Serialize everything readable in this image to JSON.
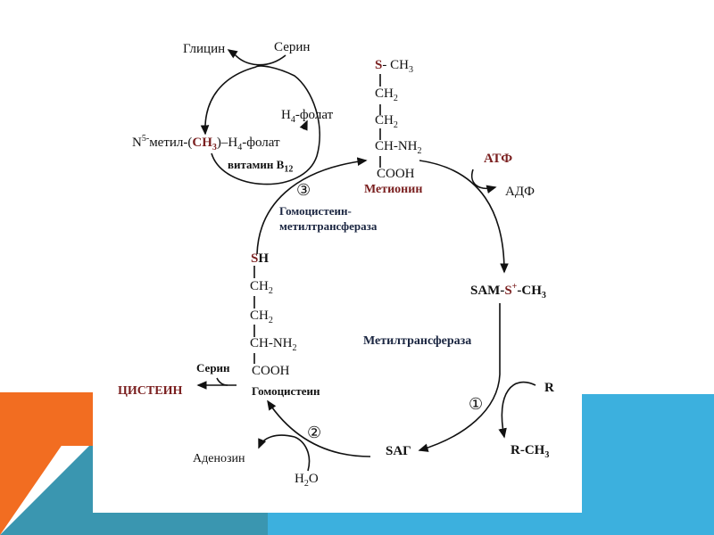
{
  "colors": {
    "orange": "#f26d21",
    "blue": "#3cb0de",
    "teal": "#3a96b0",
    "dark_red": "#7a1f1f"
  },
  "diagram": {
    "glycine": "Глицин",
    "serine_top": "Серин",
    "h4_folate": "H",
    "h4_folate_rest": "-фолат",
    "n5_prefix": "N",
    "n5_sup": "5-",
    "n5_mid": "метил-(",
    "ch3": "CH",
    "ch3_sub": "3",
    "n5_suffix": ")–H",
    "n5_sub4": "4",
    "n5_end": "-фолат",
    "vitamin": "витамин B",
    "vitamin_sub": "12",
    "met_s": "S",
    "met_ch3": "- CH",
    "met_ch3_sub": "3",
    "ch2": "CH",
    "ch2_sub": "2",
    "ch_nh2": "CH-NH",
    "nh2_sub": "2",
    "cooh": "COOH",
    "methionine": "Метионин",
    "atp": "АТФ",
    "adp": "АДФ",
    "step3": "③",
    "enzyme3_line1": "Гомоцистеин-",
    "enzyme3_line2": "метилтрансфераза",
    "sam": "SAM-",
    "sam_s": "S",
    "sam_plus": "+",
    "sam_ch3": "-CH",
    "sam_sub": "3",
    "hcy_sh_s": "S",
    "hcy_sh_h": "H",
    "methyltransferase": "Метилтрансфераза",
    "step1": "①",
    "r": "R",
    "r_ch3": "R-CH",
    "r_ch3_sub": "3",
    "serine_bottom": "Серин",
    "cysteine": "ЦИСТЕИН",
    "homocysteine": "Гомоцистеин",
    "step2": "②",
    "adenosine": "Аденозин",
    "sag": "SAГ",
    "h2o_h": "H",
    "h2o_sub": "2",
    "h2o_o": "O"
  }
}
